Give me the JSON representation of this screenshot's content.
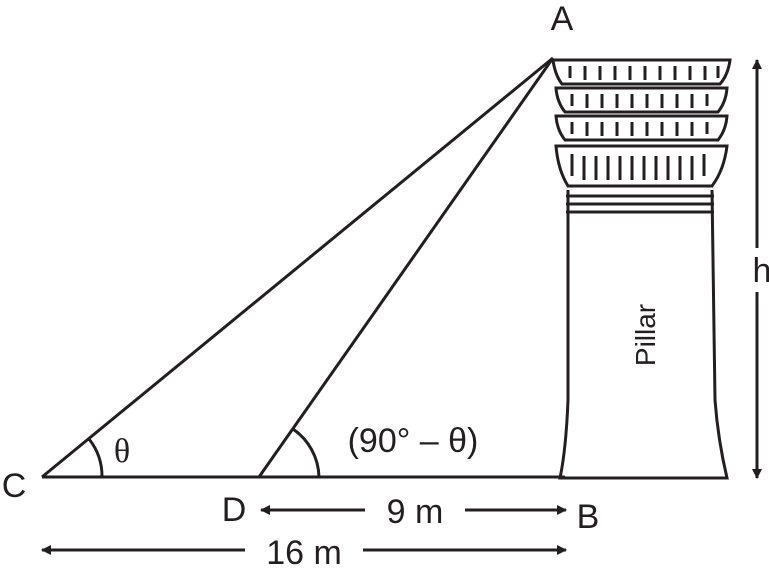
{
  "points": {
    "A": "A",
    "B": "B",
    "C": "C",
    "D": "D"
  },
  "angles": {
    "at_c": "θ",
    "at_d": "(90° – θ)"
  },
  "measures": {
    "db": "9 m",
    "cb": "16 m",
    "height": "h"
  },
  "pillar_label": "Pillar",
  "colors": {
    "ink": "#231f20",
    "background": "#ffffff"
  }
}
